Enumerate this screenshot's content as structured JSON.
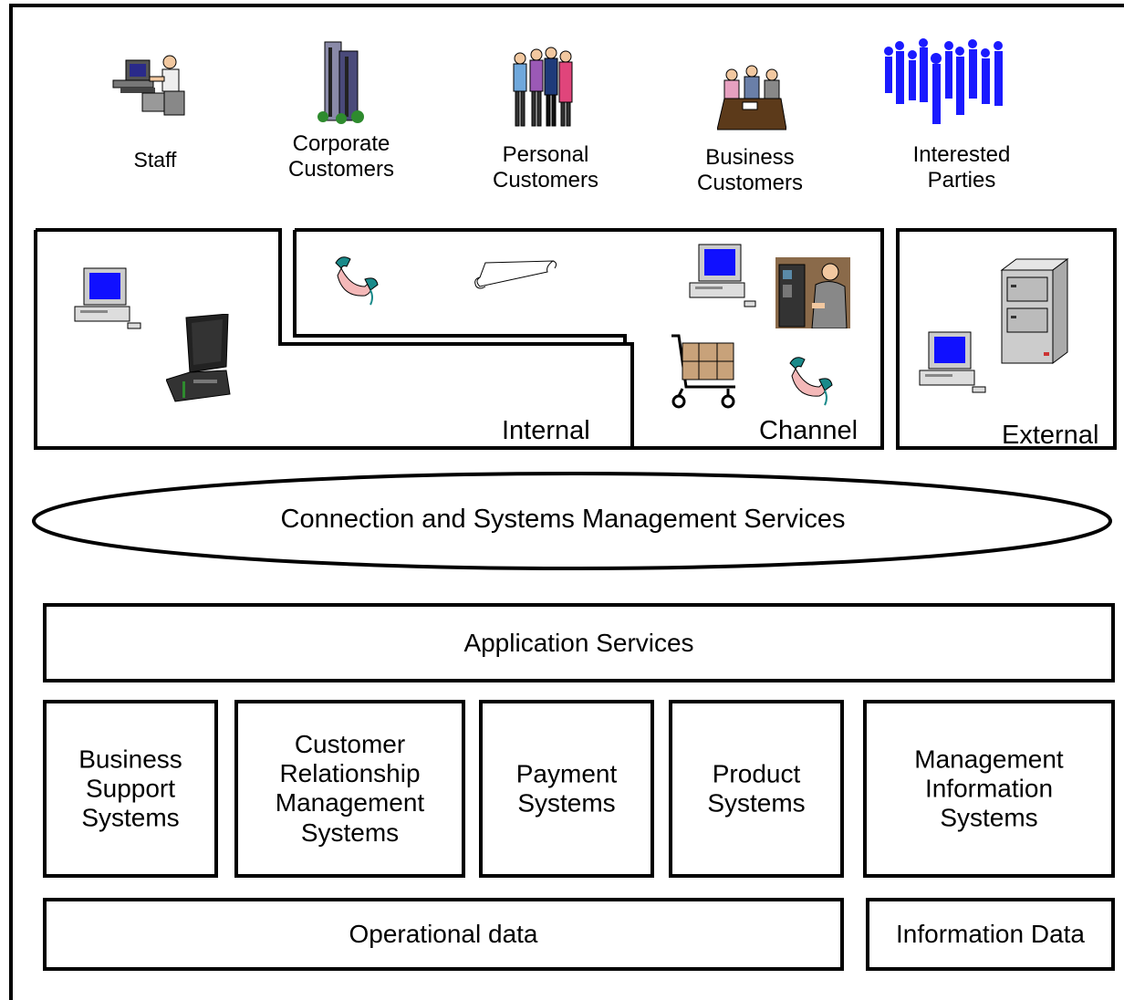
{
  "actors": [
    {
      "id": "staff",
      "label": "Staff"
    },
    {
      "id": "corporate",
      "label": "Corporate\nCustomers"
    },
    {
      "id": "personal",
      "label": "Personal\nCustomers"
    },
    {
      "id": "business",
      "label": "Business\nCustomers"
    },
    {
      "id": "interested",
      "label": "Interested\nParties"
    }
  ],
  "channels": {
    "internal": "Internal",
    "channel": "Channel",
    "external": "External"
  },
  "connection_services": "Connection and Systems Management Services",
  "application_services": "Application Services",
  "systems": [
    {
      "id": "business-support",
      "label": "Business\nSupport\nSystems"
    },
    {
      "id": "crm",
      "label": "Customer\nRelationship\nManagement\nSystems"
    },
    {
      "id": "payment",
      "label": "Payment\nSystems"
    },
    {
      "id": "product",
      "label": "Product\nSystems"
    },
    {
      "id": "mis",
      "label": "Management\nInformation\nSystems"
    }
  ],
  "data_stores": {
    "operational": "Operational data",
    "information": "Information Data"
  },
  "icons": [
    "staff-workstation-icon",
    "office-building-icon",
    "people-group-icon",
    "business-meeting-icon",
    "crowd-icon",
    "desktop-computer-icon",
    "laptop-icon",
    "telephone-icon",
    "scroll-document-icon",
    "atm-customer-icon",
    "shopping-cart-icon",
    "mainframe-server-icon"
  ]
}
